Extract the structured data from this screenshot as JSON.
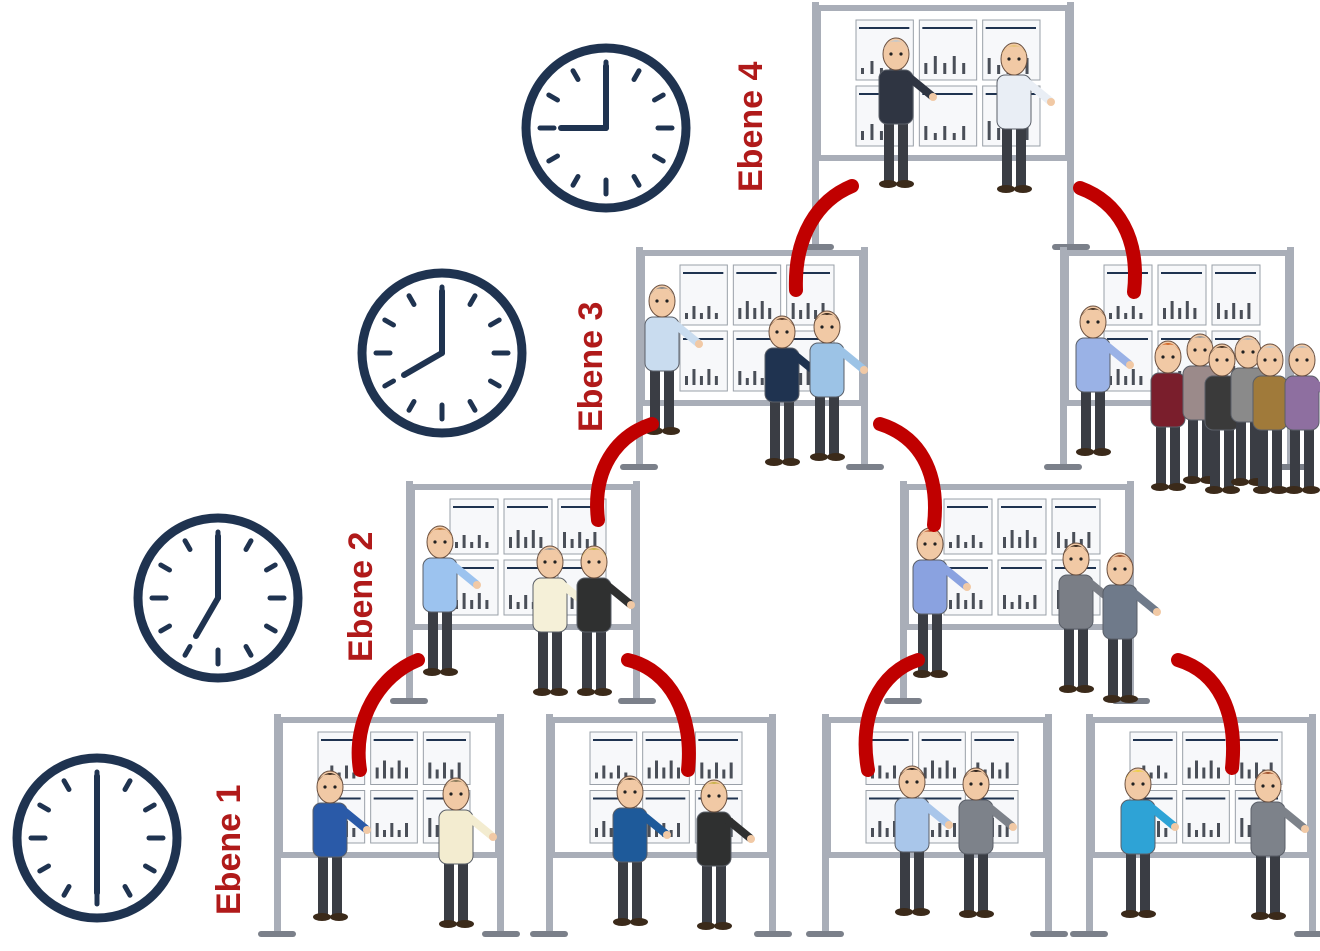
{
  "colors": {
    "label": "#b01a1a",
    "arrow": "#c00000",
    "clock_ring": "#1f3350",
    "board_frame": "#a9aeb8",
    "board_fill": "#ffffff"
  },
  "levels": [
    {
      "label": "Ebene 1",
      "clock_time": "6:00",
      "board_count": 4
    },
    {
      "label": "Ebene 2",
      "clock_time": "7:00",
      "board_count": 2
    },
    {
      "label": "Ebene 3",
      "clock_time": "8:00",
      "board_count": 2
    },
    {
      "label": "Ebene 4",
      "clock_time": "9:00",
      "board_count": 1
    }
  ]
}
